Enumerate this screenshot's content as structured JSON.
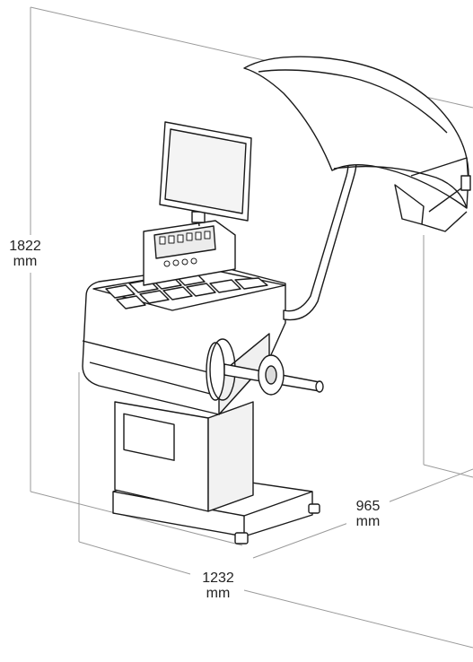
{
  "dimensions": {
    "height": {
      "value": "1822",
      "unit": "mm"
    },
    "depth": {
      "value": "965",
      "unit": "mm"
    },
    "width": {
      "value": "1232",
      "unit": "mm"
    }
  },
  "colors": {
    "line": "#1a1a1a",
    "guide": "#9a9a9a",
    "body": "#ffffff",
    "shade": "#e6e6e6"
  },
  "figure": {
    "subject": "wheel-balancer-machine-icon"
  }
}
